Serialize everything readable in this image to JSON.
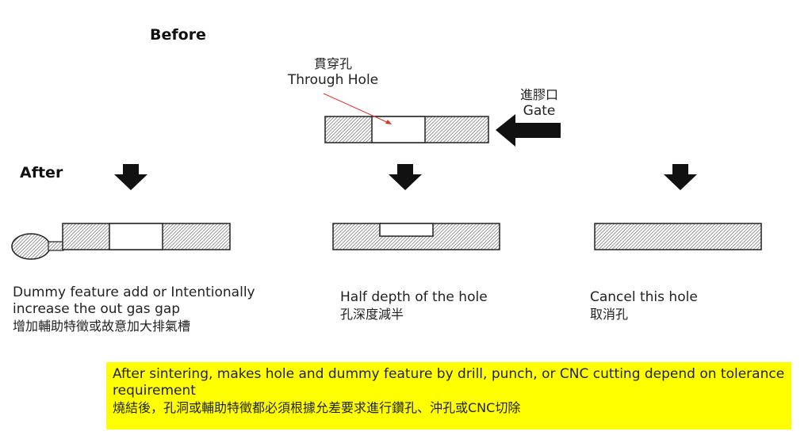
{
  "headings": {
    "before": "Before",
    "after": "After"
  },
  "labels": {
    "through_hole_cn": "貫穿孔",
    "through_hole_en": "Through Hole",
    "gate_cn": "進膠口",
    "gate_en": "Gate"
  },
  "options": [
    {
      "en_line1": "Dummy feature add or Intentionally",
      "en_line2": "increase the out gas gap",
      "cn": "增加輔助特徵或故意加大排氣槽"
    },
    {
      "en_line1": "Half depth of the hole",
      "cn": "孔深度減半"
    },
    {
      "en_line1": "Cancel this hole",
      "cn": "取消孔"
    }
  ],
  "note": {
    "en": "After sintering, makes hole and dummy feature  by drill, punch, or CNC cutting depend on tolerance requirement",
    "cn": "燒結後，孔洞或輔助特徵都必須根據允差要求進行鑽孔、沖孔或CNC切除"
  },
  "colors": {
    "note_background": "#ffff00",
    "hatch_line": "#555555",
    "pointer_line": "#e0302a"
  }
}
